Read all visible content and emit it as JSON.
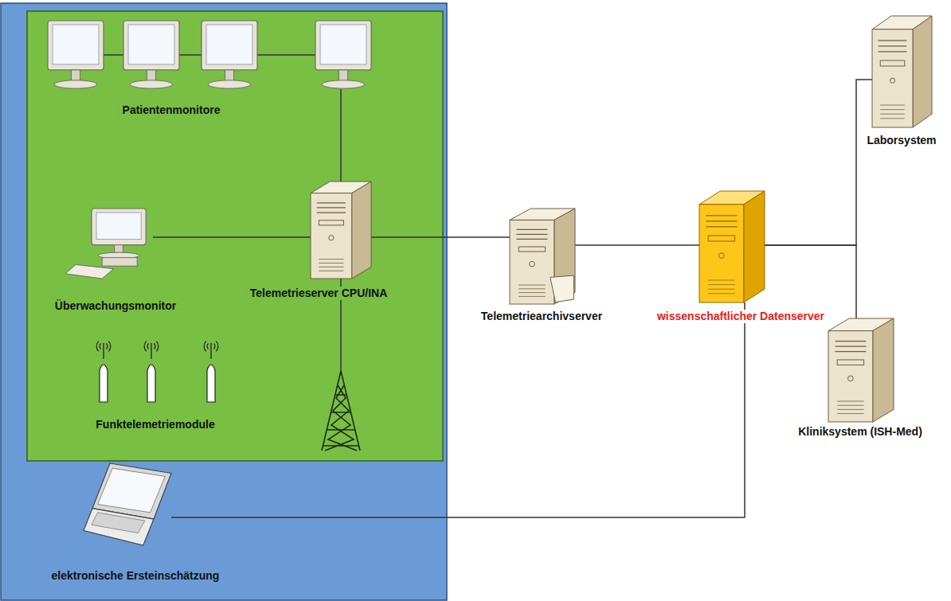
{
  "diagram": {
    "nodes": [
      {
        "text": [
          "Patientenmonitore"
        ]
      },
      {
        "text": [
          "Überwachungsmonitor"
        ]
      },
      {
        "text": [
          "Telemetrieserver CPU/INA"
        ]
      },
      {
        "text": [
          "Funktelemetriemodule"
        ]
      },
      {
        "text": [
          "Telemetriearchivserver"
        ]
      },
      {
        "text": [
          "wissenschaftlicher Datenserver"
        ]
      },
      {
        "text": [
          "Laborsystem"
        ]
      },
      {
        "text": [
          "Kliniksystem (ISH-Med)"
        ]
      },
      {
        "text": [
          "elektronische Ersteinschätzung"
        ]
      }
    ],
    "edges": [
      {
        "from": 0,
        "to": 2,
        "arrow": "none"
      },
      {
        "from": 1,
        "to": 2,
        "arrow": "none"
      },
      {
        "from": 2,
        "to": 4,
        "arrow": "none"
      },
      {
        "from": 4,
        "to": 5,
        "arrow": "none"
      },
      {
        "from": 5,
        "to": 6,
        "arrow": "none"
      },
      {
        "from": 5,
        "to": 7,
        "arrow": "none"
      },
      {
        "from": 8,
        "to": 5,
        "arrow": "none"
      }
    ]
  }
}
